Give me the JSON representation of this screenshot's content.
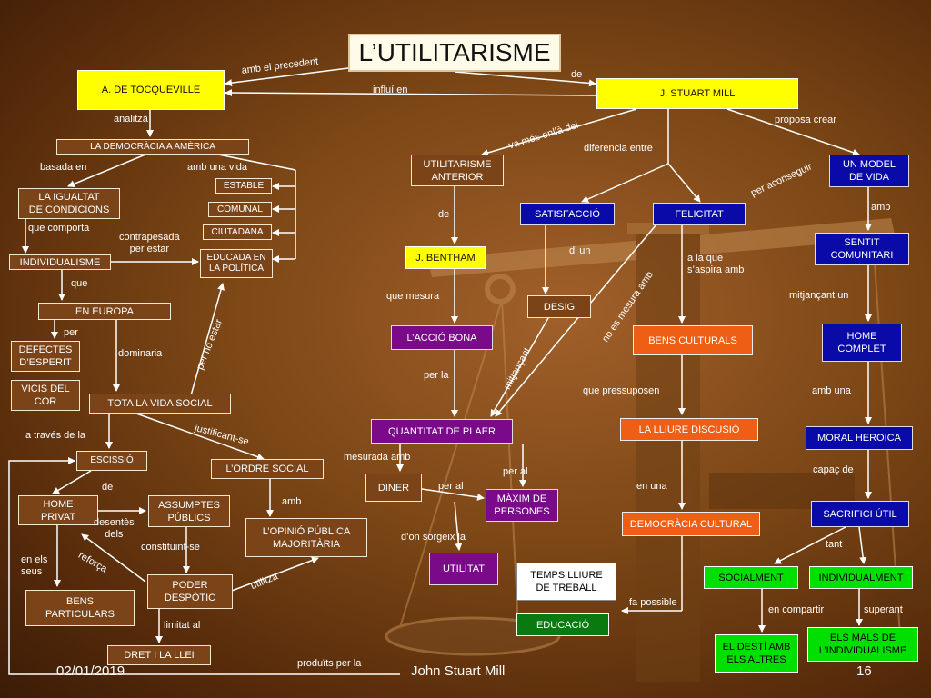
{
  "title": "L’UTILITARISME",
  "nodes": {
    "tocqueville": "A. DE TOCQUEVILLE",
    "stuart_mill": "J. STUART  MILL",
    "democracia_america": "LA DEMOCRÀCIA  A AMÈRICA",
    "igualtat": "LA IGUALTAT\nDE CONDICIONS",
    "estable": "ESTABLE",
    "comunal": "COMUNAL",
    "ciutadana": "CIUTADANA",
    "educada": "EDUCADA EN\nLA POLÍTICA",
    "individualisme": "INDIVIDUALISME",
    "en_europa": "EN EUROPA",
    "defectes": "DEFECTES\nD’ESPERIT",
    "vicis": "VICIS DEL\nCOR",
    "tota_vida": "TOTA LA VIDA SOCIAL",
    "escissio": "ESCISSIÓ",
    "ordre_social": "L’ORDRE SOCIAL",
    "home_privat": "HOME\nPRIVAT",
    "assumptes": "ASSUMPTES\nPÚBLICS",
    "opinio": "L’OPINIÓ PÚBLICA\nMAJORITÀRIA",
    "bens_particulars": "BENS\nPARTICULARS",
    "poder_despotic": "PODER\nDESPÒTIC",
    "dret": "DRET I LA LLEI",
    "util_anterior": "UTILITARISME\nANTERIOR",
    "satisfaccio": "SATISFACCIÓ",
    "felicitat": "FELICITAT",
    "model_vida": "UN MODEL\nDE VIDA",
    "bentham": "J. BENTHAM",
    "desig": "DESIG",
    "sentit": "SENTIT\nCOMUNITARI",
    "accio_bona": "L’ACCIÓ BONA",
    "bens_culturals": "BENS CULTURALS",
    "home_complet": "HOME\nCOMPLET",
    "quantitat": "QUANTITAT DE PLAER",
    "lliure": "LA LLIURE DISCUSIÓ",
    "moral": "MORAL HEROICA",
    "diner": "DINER",
    "maxim": "MÀXIM DE\nPERSONES",
    "democracia_cultural": "DEMOCRÀCIA CULTURAL",
    "sacrifici": "SACRIFICI ÚTIL",
    "utilitat": "UTILITAT",
    "temps": "TEMPS LLIURE\nDE TREBALL",
    "socialment": "SOCIALMENT",
    "individualment": "INDIVIDUALMENT",
    "educacio": "EDUCACIÓ",
    "desti": "EL DESTÍ AMB\nELS ALTRES",
    "mals": "ELS MALS DE\nL’INDIVIDUALISME"
  },
  "labels": {
    "amb_precedent": "amb el precedent",
    "de_top": "de",
    "influi": "influí en",
    "analitza": "analitzà",
    "proposa": "proposa crear",
    "va_mes": "va més enllà del",
    "diferencia": "diferencia entre",
    "basada": "basada en",
    "amb_vida": "amb una vida",
    "per_aconseguir": "per aconseguir",
    "amb_r": "amb",
    "que_comporta": "que comporta",
    "contrapesada": "contrapesada\nper estar",
    "de_mid": "de",
    "d_un": "d’ un",
    "a_la_que": "a la que\ns’aspira amb",
    "que": "que",
    "que_mesura": "que mesura",
    "mitjancant_un": "mitjançant un",
    "per": "per",
    "no_es_mesura": "no es mesura amb",
    "per_no_estar": "per no estar",
    "dominaria": "dominaria",
    "per_la": "per la",
    "mitjancant": "mitjançant",
    "que_pressuposen": "que pressuposen",
    "amb_una": "amb una",
    "a_traves": "a través de la",
    "justificant": "justificant-se",
    "mesurada": "mesurada amb",
    "per_al_1": "per al",
    "per_al_2": "per al",
    "en_una": "en una",
    "capac": "capaç de",
    "de_low": "de",
    "amb_low": "amb",
    "desentes": "desentès\ndels",
    "d_on": "d’on sorgeix la",
    "tant": "tant",
    "en_els_seus": "en els\nseus",
    "reforca": "reforça",
    "constituint": "constituint-se",
    "utilitza": "utilitza",
    "fa_possible": "fa possible",
    "en_compartir": "en compartir",
    "superant": "superant",
    "limitat": "limitat al",
    "produits": "produïts per  la"
  },
  "footer": {
    "date": "02/01/2019",
    "author": "John Stuart Mill",
    "page": "16"
  },
  "colors": {
    "background": "#7a4515",
    "yellow": "#ffff00",
    "blue": "#0a0aa8",
    "purple": "#7a0a8a",
    "orange": "#ee5e14",
    "green": "#00e000",
    "dark_green": "#0a7a10"
  }
}
